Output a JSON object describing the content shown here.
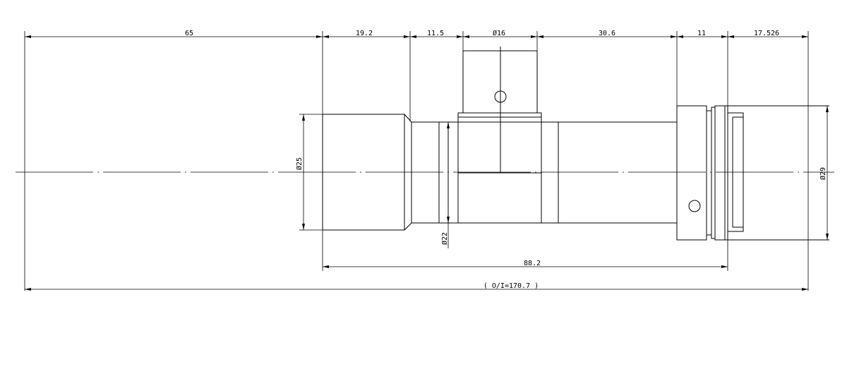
{
  "drawing": {
    "dimensions": {
      "d65": "65",
      "d19_2": "19.2",
      "d11_5": "11.5",
      "dia16": "Ø16",
      "d30_6": "30.6",
      "d11": "11",
      "d17_526": "17.526",
      "dia25": "Ø25",
      "dia22": "Ø22",
      "dia29": "Ø29",
      "d88_2": "88.2",
      "total": "( O/I=170.7 )"
    }
  }
}
